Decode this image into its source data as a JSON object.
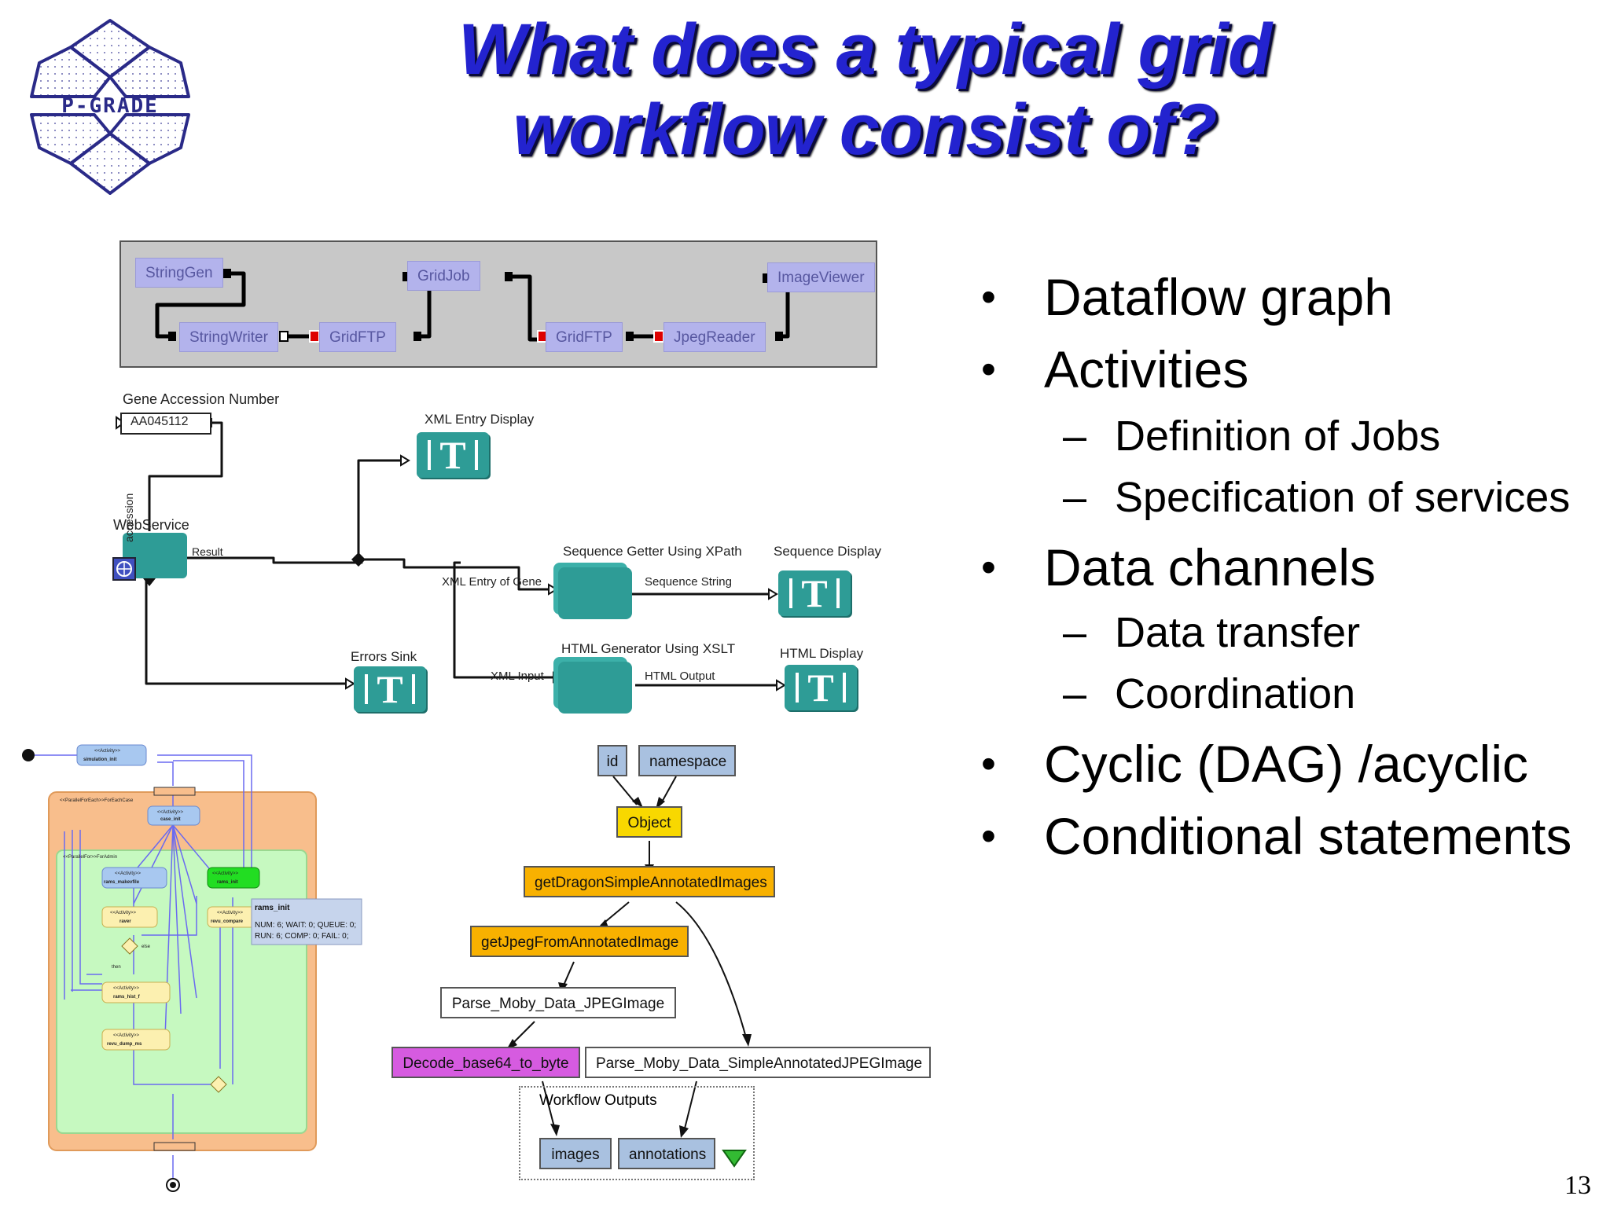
{
  "slide": {
    "title_line1": "What does a typical grid",
    "title_line2": "workflow consist of?",
    "logo_text": "P-GRADE",
    "page_number": "13",
    "bullets": [
      {
        "text": "Dataflow graph"
      },
      {
        "text": "Activities",
        "sub": [
          "Definition of Jobs",
          "Specification of services"
        ]
      },
      {
        "text": "Data channels",
        "sub": [
          "Data transfer",
          "Coordination"
        ]
      },
      {
        "text": "Cyclic (DAG) /acyclic"
      },
      {
        "text": "Conditional statements"
      }
    ],
    "bullet_glyph": "•",
    "dash_glyph": "–"
  },
  "diagram1": {
    "nodes": [
      "StringGen",
      "StringWriter",
      "GridFTP",
      "GridJob",
      "GridFTP",
      "JpegReader",
      "ImageViewer"
    ]
  },
  "diagram2": {
    "gene_label": "Gene Accession Number",
    "gene_value": "AA045112",
    "web_service": "WebService",
    "accession": "accession",
    "result": "Result",
    "xml_entry_display": "XML Entry Display",
    "seq_getter": "Sequence Getter Using XPath",
    "seq_display": "Sequence Display",
    "xml_entry_of_gene": "XML Entry of Gene",
    "sequence_string": "Sequence String",
    "html_generator": "HTML Generator Using XSLT",
    "html_display": "HTML Display",
    "xml_input": "XML Input",
    "html_output": "HTML Output",
    "errors_sink": "Errors Sink",
    "t_glyph": "T"
  },
  "diagram3": {
    "activity_tag": "<<Activity>>",
    "simulation_init": "simulation_init",
    "case_init": "case_init",
    "rams_makevfile": "rams_makevfile",
    "rams_init": "rams_init",
    "raver": "raver",
    "revu_compare": "revu_compare",
    "rams_hist_f": "rams_hist_f",
    "revu_dump_ms": "revu_dump_ms",
    "for_each_case": "<<ParallelForEach>>ForEachCase",
    "for_admin": "<<ParallelFor>>ForAdmin",
    "else": "else",
    "then": "then",
    "status_title": "rams_init",
    "status_line1": "NUM: 6; WAIT: 0; QUEUE: 0;",
    "status_line2": "RUN: 6; COMP: 0; FAIL: 0;"
  },
  "diagram4": {
    "id": "id",
    "namespace": "namespace",
    "object": "Object",
    "get_dragon": "getDragonSimpleAnnotatedImages",
    "get_jpeg": "getJpegFromAnnotatedImage",
    "parse_jpeg": "Parse_Moby_Data_JPEGImage",
    "decode": "Decode_base64_to_byte",
    "parse_simple": "Parse_Moby_Data_SimpleAnnotatedJPEGImage",
    "workflow_outputs": "Workflow Outputs",
    "images": "images",
    "annotations": "annotations"
  }
}
